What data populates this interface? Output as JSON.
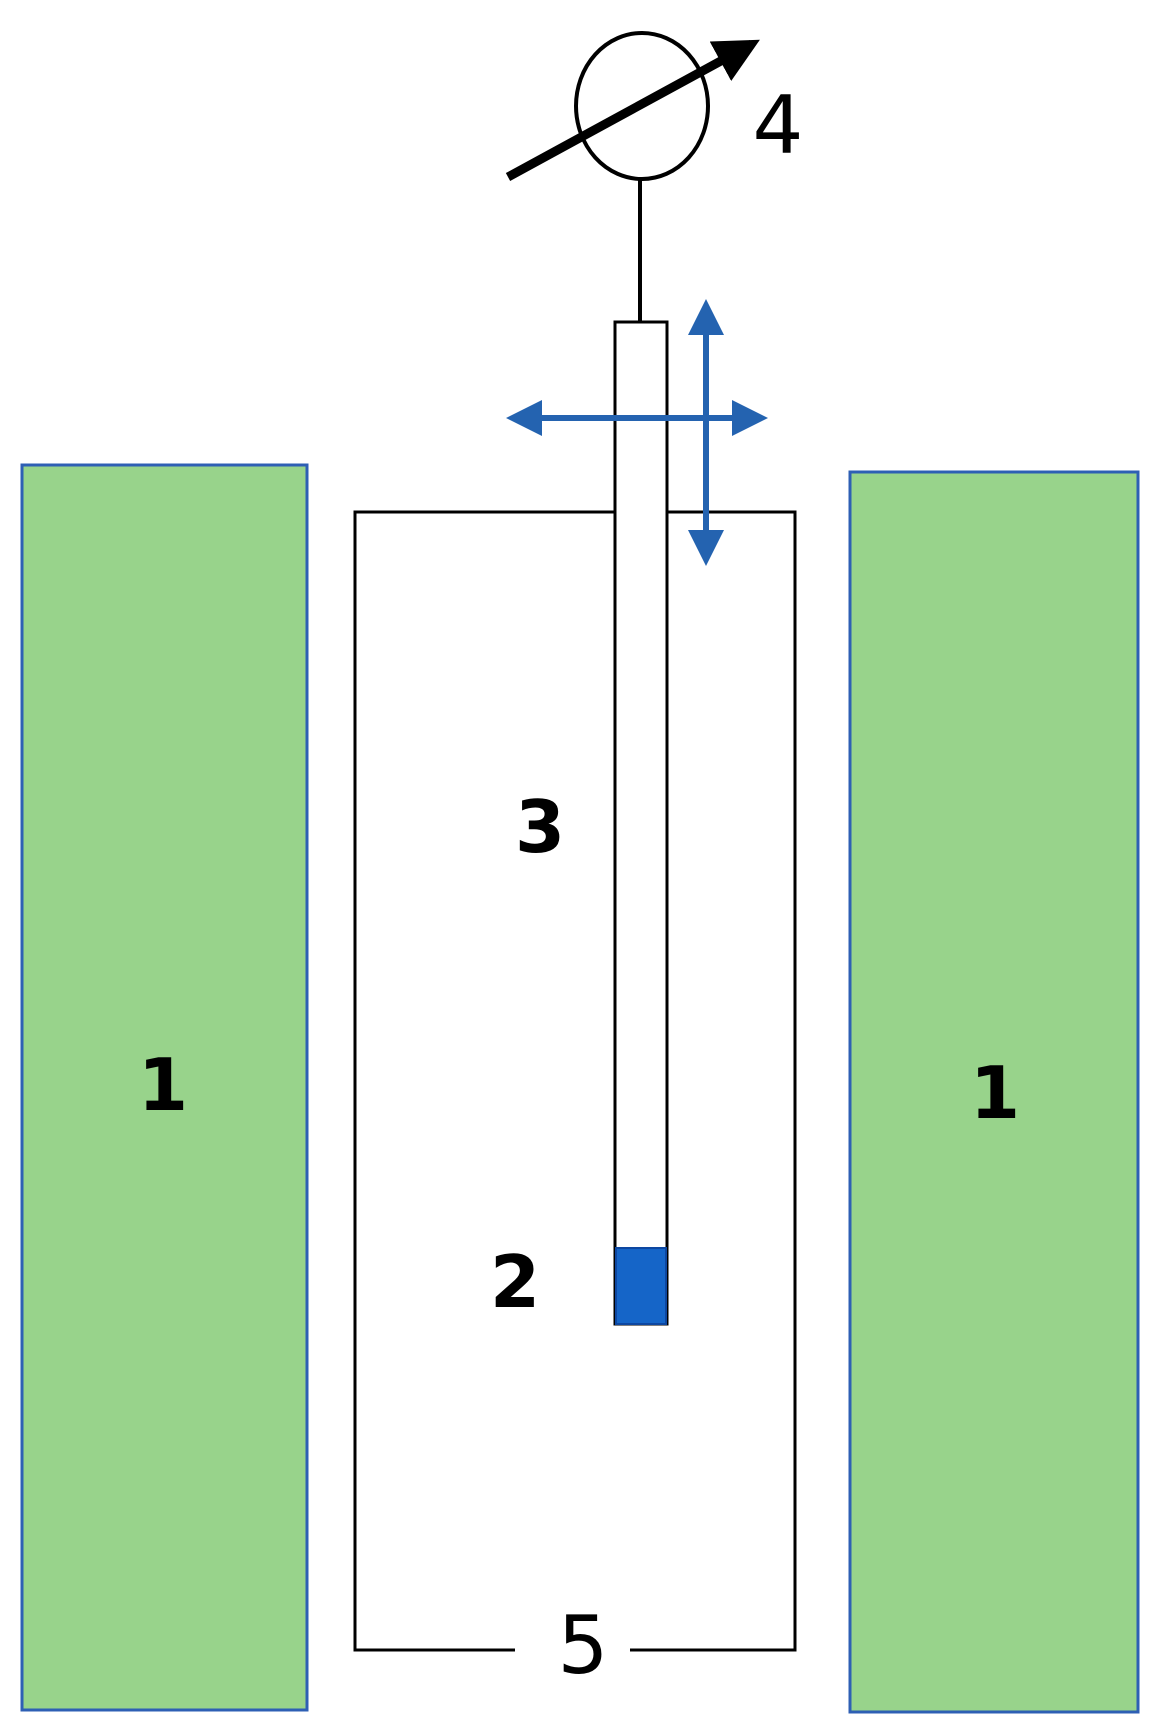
{
  "labels": {
    "magnet": "1",
    "sample": "2",
    "rod": "3",
    "rotator": "4",
    "container": "5"
  },
  "colors": {
    "magnet_fill": "#98d38b",
    "magnet_stroke": "#2e5fb4",
    "sample_fill": "#1565c8",
    "arrow_blue": "#2463b0",
    "line_black": "#000000"
  },
  "icons": {
    "rotator": "variable-rotator-icon",
    "motion": "bidirectional-arrows-icon"
  }
}
